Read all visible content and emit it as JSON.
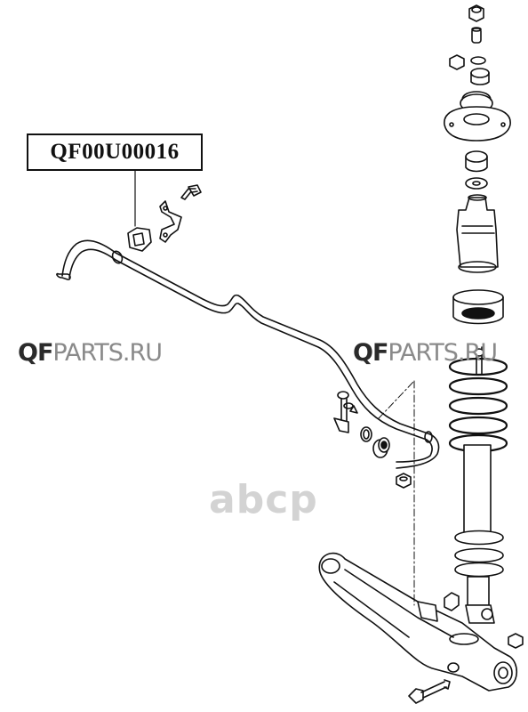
{
  "part_label": "QF00U00016",
  "watermarks": {
    "left": {
      "bold": "QF",
      "light": "PARTS.RU"
    },
    "right": {
      "bold": "QF",
      "light": "PARTS.RU"
    },
    "center": "abcp"
  },
  "colors": {
    "line": "#111111",
    "watermark_dark": "#2b2b2b",
    "watermark_light": "#8a8a8a",
    "abcp": "#d3d3d3"
  }
}
